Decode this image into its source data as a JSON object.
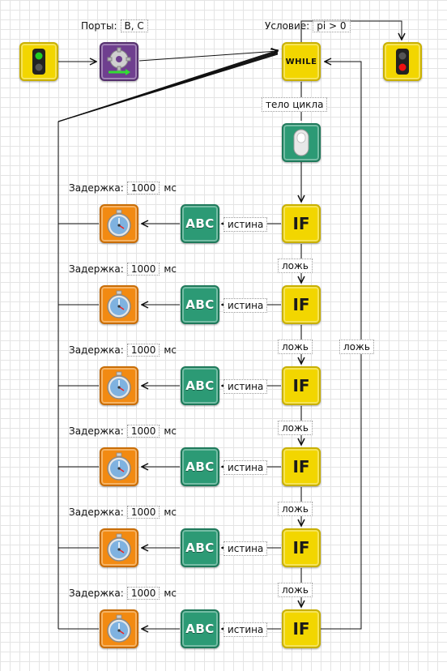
{
  "ports_label": "Порты:",
  "ports_value": "B, C",
  "condition_label": "Условие:",
  "condition_value": "pi > 0",
  "while_block": "WHILE",
  "loop_body_label": "тело цикла",
  "if_text": "IF",
  "abc_text": "ABC",
  "true_label": "истина",
  "false_label": "ложь",
  "delay_label": "Задержка:",
  "delay_value": "1000",
  "delay_unit": "мс",
  "rows": [
    {
      "delay_value": "1000",
      "delay_unit": "мс"
    },
    {
      "delay_value": "1000",
      "delay_unit": "мс"
    },
    {
      "delay_value": "1000",
      "delay_unit": "мс"
    },
    {
      "delay_value": "1000",
      "delay_unit": "мс"
    },
    {
      "delay_value": "1000",
      "delay_unit": "мс"
    },
    {
      "delay_value": "1000",
      "delay_unit": "мс"
    }
  ],
  "colors": {
    "yellow": "#f2d600",
    "purple": "#6f3f8f",
    "teal": "#2c9a75",
    "orange": "#f28a12",
    "green_light": "#22cc22",
    "red_light": "#ee1111"
  },
  "icons": [
    "traffic-light-green-icon",
    "motor-gear-icon",
    "while-icon",
    "traffic-light-red-icon",
    "sensor-icon",
    "if-icon",
    "abc-icon",
    "stopwatch-icon"
  ]
}
